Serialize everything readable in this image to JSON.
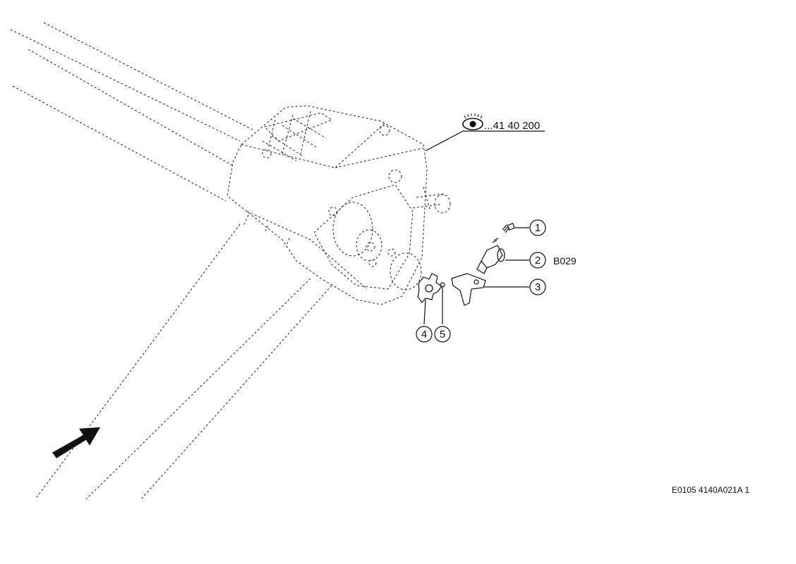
{
  "reference": {
    "icon": "eye-icon",
    "text": "...41 40 200"
  },
  "callouts": [
    "1",
    "2",
    "3",
    "4",
    "5"
  ],
  "part_label": "B029",
  "footer_code": "E0105 4140A021A 1"
}
